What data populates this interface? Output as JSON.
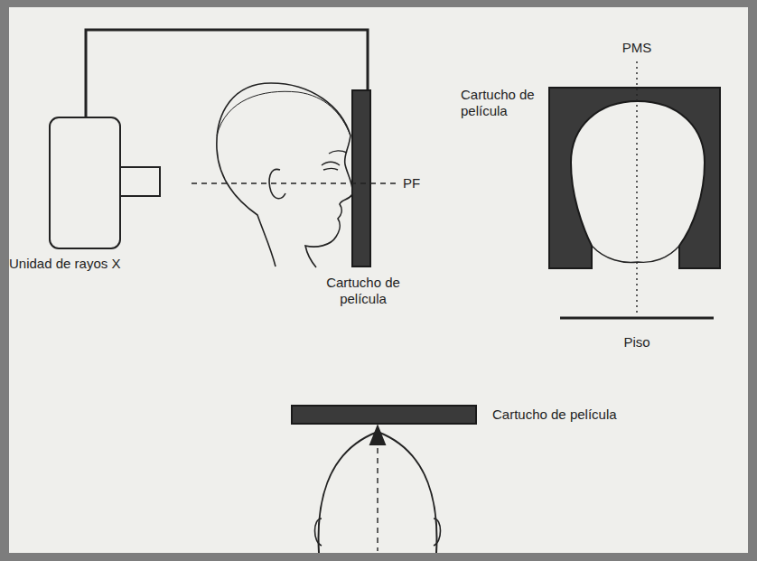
{
  "diagram": {
    "labels": [
      "Unidad de rayos X",
      "PF",
      "Cartucho de película",
      "PMS",
      "Cartucho de película",
      "Piso",
      "Cartucho de película"
    ]
  }
}
